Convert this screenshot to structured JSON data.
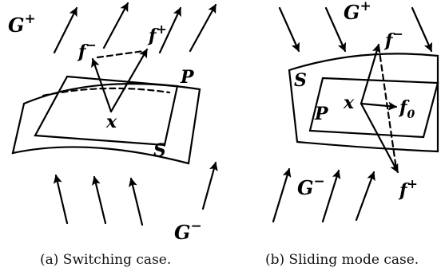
{
  "panel_a": {
    "caption": "(a) Switching case.",
    "G_plus": {
      "base": "G",
      "sup": "+"
    },
    "G_minus": {
      "base": "G",
      "sup": "−"
    },
    "P": "P",
    "S": "S",
    "x": "x",
    "f_minus": {
      "base": "f",
      "sup": "−"
    },
    "f_plus": {
      "base": "f",
      "sup": "+"
    }
  },
  "panel_b": {
    "caption": "(b) Sliding mode case.",
    "G_plus": {
      "base": "G",
      "sup": "+"
    },
    "G_minus": {
      "base": "G",
      "sup": "−"
    },
    "P": "P",
    "S": "S",
    "x": "x",
    "f_minus": {
      "base": "f",
      "sup": "−"
    },
    "f_plus": {
      "base": "f",
      "sup": "+"
    },
    "f_zero": {
      "base": "f",
      "sub": "0"
    }
  }
}
